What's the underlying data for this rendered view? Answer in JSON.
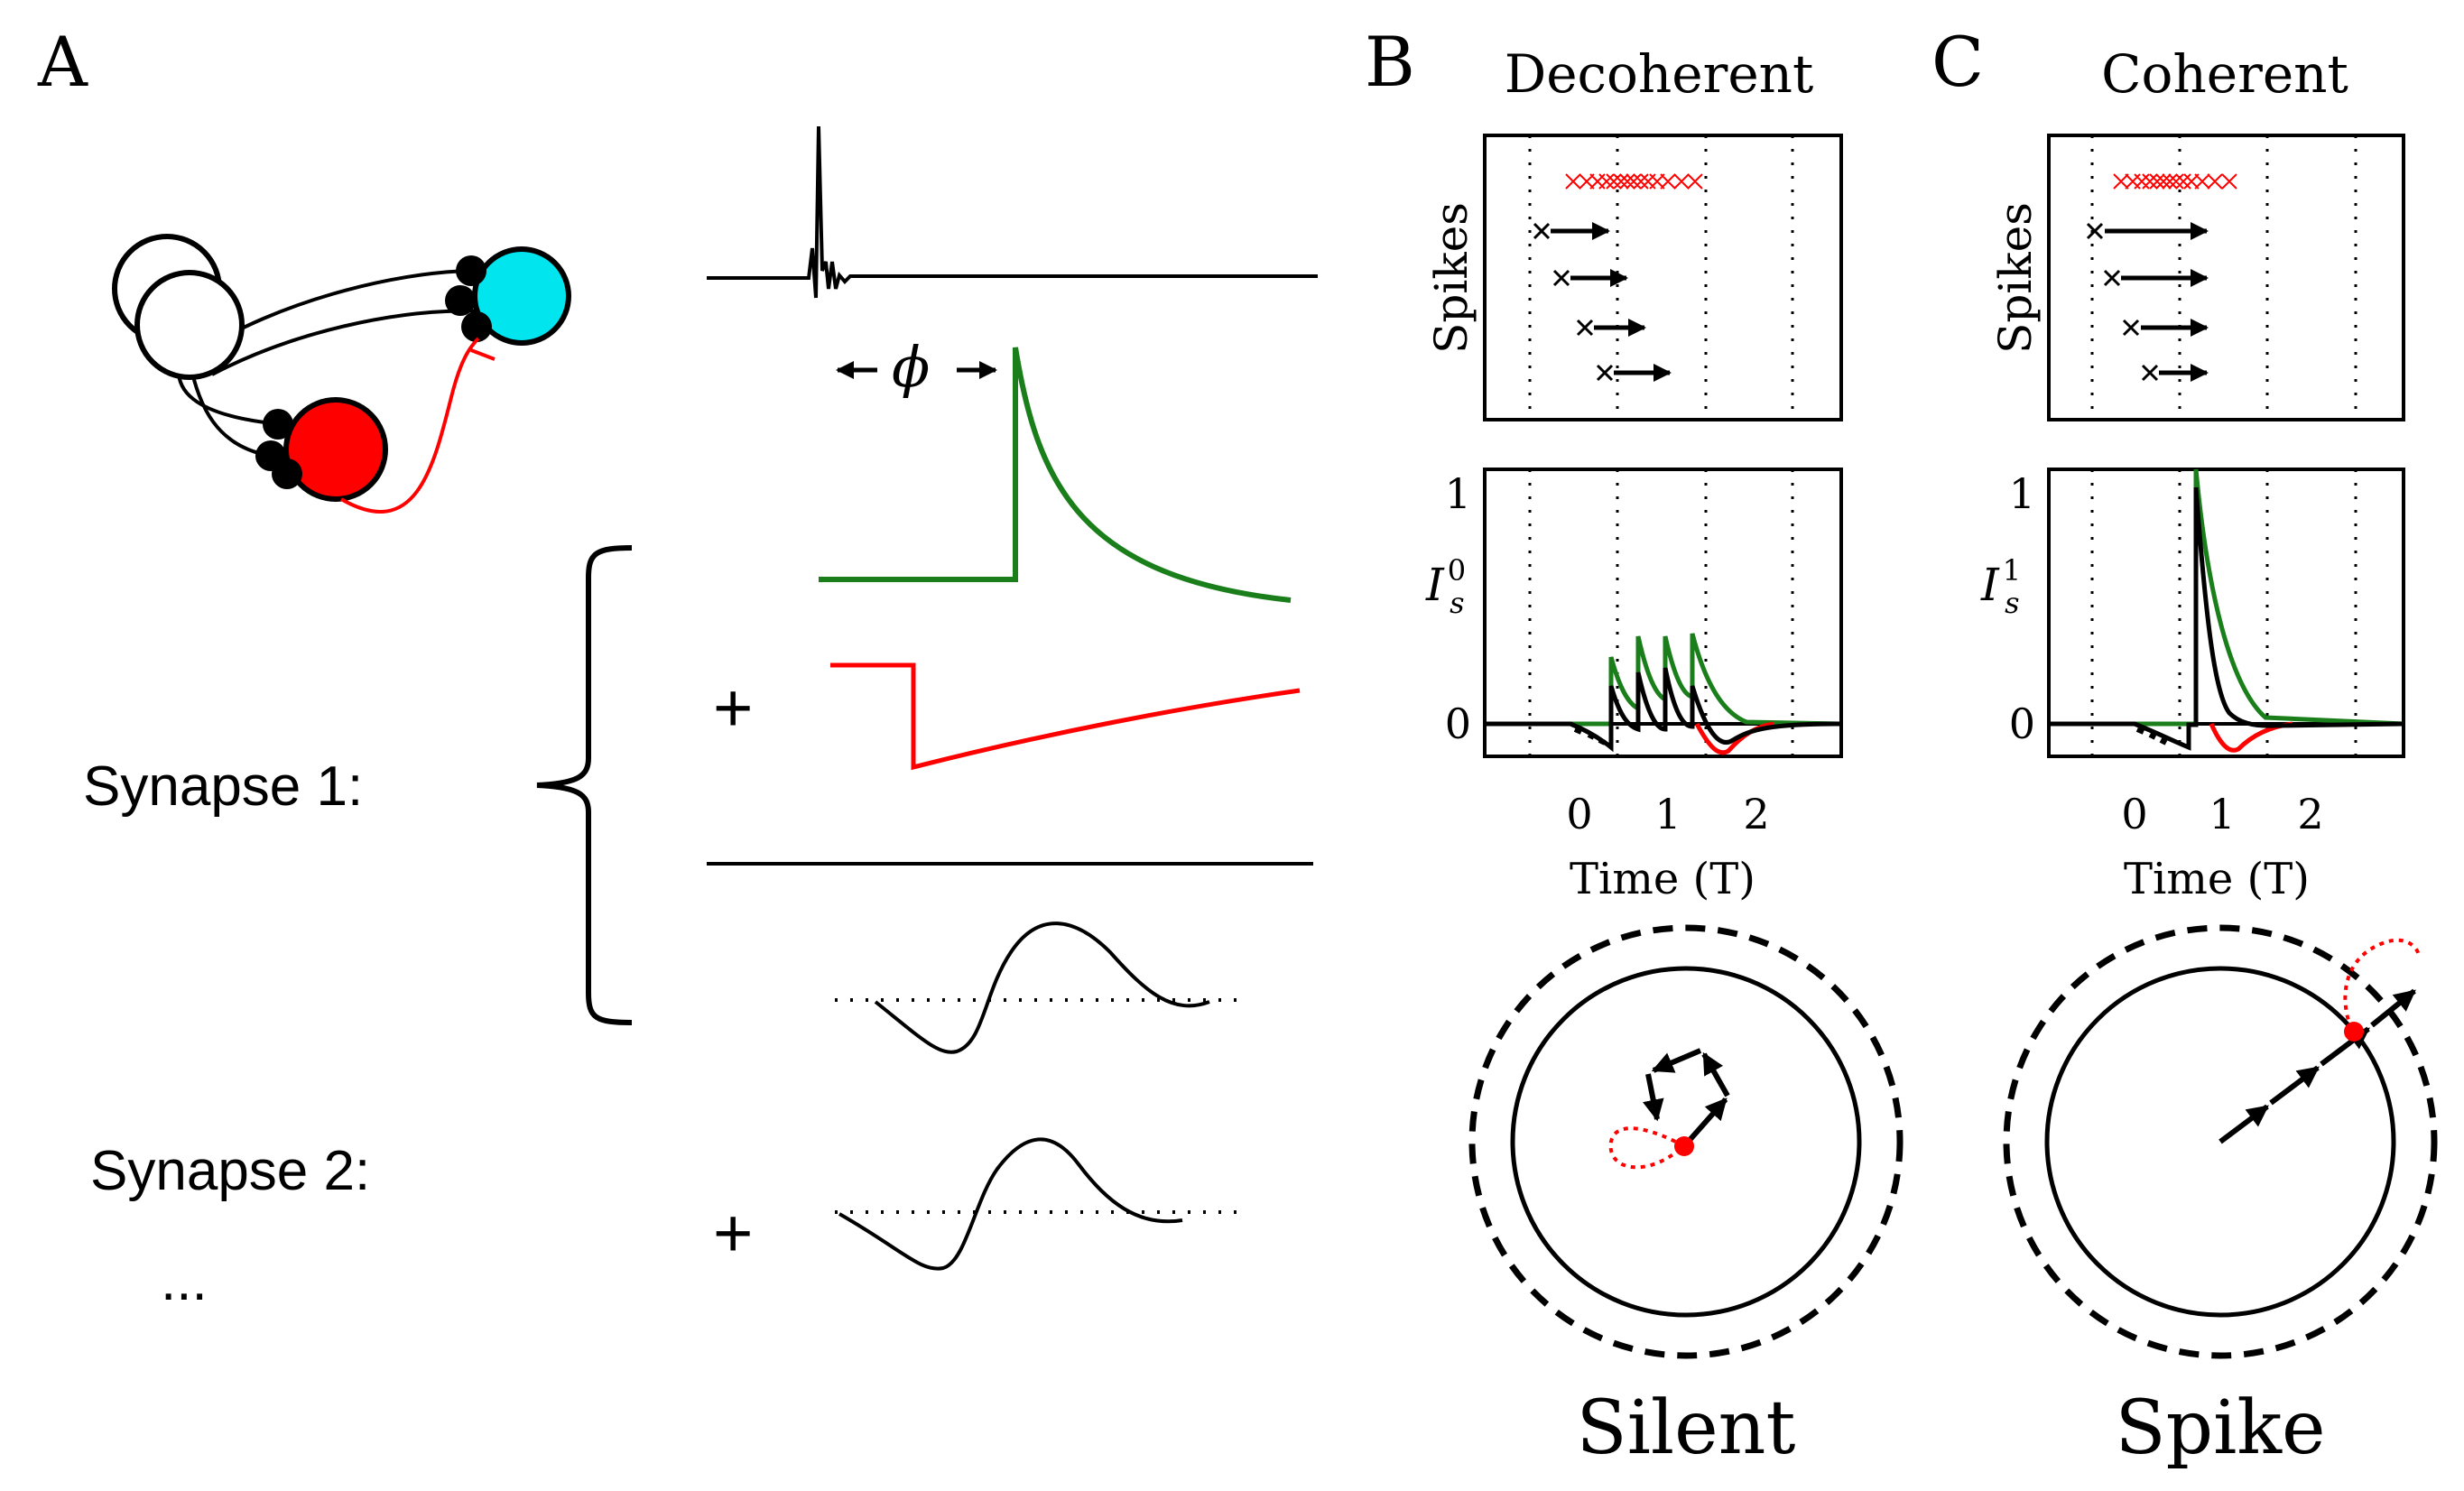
{
  "panels": {
    "a": {
      "letter": "A"
    },
    "b": {
      "letter": "B",
      "title": "Decoherent",
      "state": "Silent"
    },
    "c": {
      "letter": "C",
      "title": "Coherent",
      "state": "Spike"
    }
  },
  "panel_a": {
    "phi_label": "ϕ",
    "synapse1_label": "Synapse 1:",
    "synapse2_label": "Synapse 2:",
    "ellipsis": "...",
    "plus_sign": "+"
  },
  "axes": {
    "spikes_ylabel": "Spikes",
    "time_xlabel": "Time (T)",
    "x_ticks": [
      "0",
      "1",
      "2"
    ],
    "y_tick_top": "1",
    "y_tick_bottom": "0",
    "current_b_ylabel": {
      "base": "I",
      "sup": "0",
      "sub": "s"
    },
    "current_c_ylabel": {
      "base": "I",
      "sup": "1",
      "sub": "s"
    }
  },
  "colors": {
    "excitatory_green": "#1a7f1a",
    "inhibitory_red": "#ff0000",
    "postsynaptic_cyan": "#00e5ee",
    "ink": "#000000"
  }
}
